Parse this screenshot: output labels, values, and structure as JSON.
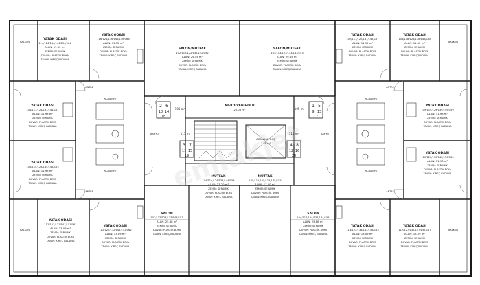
{
  "watermark": "emlakjet",
  "finish": {
    "flooring": "ZEMİN: SERAMİK",
    "wall": "DUVAR: PLASTİK BOYA",
    "ceiling": "TAVAN: KİREÇ BADANA"
  },
  "rooms": {
    "yatak_tl": {
      "title": "YATAK ODASI",
      "nums": "114/124/134/144/154/164",
      "area": "ALAN: 11.95 m²"
    },
    "yatak_tl2": {
      "title": "YATAK ODASI",
      "nums": "116/126/136/146/156/166",
      "area": "ALAN: 11.52 m²"
    },
    "salon_mutfak_l": {
      "title": "SALON/MUTFAK",
      "nums": "102/112/122/132/142/152",
      "area": "ALAN: 29.45 m²"
    },
    "salon_mutfak_r": {
      "title": "SALON/MUTFAK",
      "nums": "103/113/123/133/143/153",
      "area": "ALAN: 29.45 m²"
    },
    "yatak_tr": {
      "title": "YATAK ODASI",
      "nums": "107/117/127/137/147/157",
      "area": "ALAN: 11.95 m²"
    },
    "yatak_tr2": {
      "title": "YATAK ODASI",
      "nums": "108/118/128/138/148/158",
      "area": "ALAN: 11.52 m²"
    },
    "yatak_ml": {
      "title": "YATAK ODASI",
      "nums": "101/111/121/131/141/151",
      "area": "ALAN: 11.93 m²"
    },
    "yatak_ml2": {
      "title": "YATAK ODASI",
      "nums": "105/115/125/135/145/155",
      "area": "ALAN: 11.93 m²"
    },
    "yatak_mr": {
      "title": "YATAK ODASI",
      "nums": "109/119/129/139/149/159",
      "area": "ALAN: 11.93 m²"
    },
    "yatak_mr2": {
      "title": "YATAK ODASI",
      "nums": "110/120/130/140/150/160",
      "area": "ALAN: 11.93 m²"
    },
    "mutfak_l": {
      "title": "MUTFAK",
      "nums": "104/114/124/134/144/154",
      "area": "ALAN: 17.20 m²"
    },
    "mutfak_r": {
      "title": "MUTFAK",
      "nums": "105/115/125/135/145/155",
      "area": "ALAN: 17.20 m²"
    },
    "salon_l": {
      "title": "SALON",
      "nums": "103/113/123/133/143/153",
      "area": "ALAN: 25.88 m²"
    },
    "salon_r": {
      "title": "SALON",
      "nums": "104/114/124/134/144/154",
      "area": "ALAN: 25.88 m²"
    },
    "yatak_bl": {
      "title": "YATAK ODASI",
      "nums": "111/121/131/141/151/161",
      "area": "ALAN: 13.09 m²"
    },
    "yatak_bl2": {
      "title": "YATAK ODASI",
      "nums": "112/122/132/142/152/162",
      "area": "ALAN: 13.09 m²"
    },
    "yatak_br": {
      "title": "YATAK ODASI",
      "nums": "113/123/133/143/153/163",
      "area": "ALAN: 13.09 m²"
    },
    "yatak_br2": {
      "title": "YATAK ODASI",
      "nums": "117/127/137/147/157/167",
      "area": "ALAN: 13.09 m²"
    }
  },
  "core": {
    "hall_title": "MERDİVEN HOLÜ",
    "hall_area": "25.08 m²",
    "lift_label": "ASANSÖR BOŞ",
    "lift_sub": "3.48 m²",
    "area_left": "105 m²",
    "area_right": "105 m²",
    "area_left2": "115 m²",
    "area_right2": "115 m²",
    "unit_tl": [
      "2",
      "6",
      "10",
      "14",
      "18"
    ],
    "unit_tr": [
      "1",
      "5",
      "9",
      "13",
      "17"
    ],
    "unit_bl": [
      "3",
      "7",
      "11",
      "15",
      "19"
    ],
    "unit_br": [
      "4",
      "8",
      "12",
      "16",
      "20"
    ]
  },
  "small": {
    "wc": "WC/BANYO",
    "balcony": "BALKON",
    "hall": "ANTRE",
    "bath": "BANYO"
  }
}
